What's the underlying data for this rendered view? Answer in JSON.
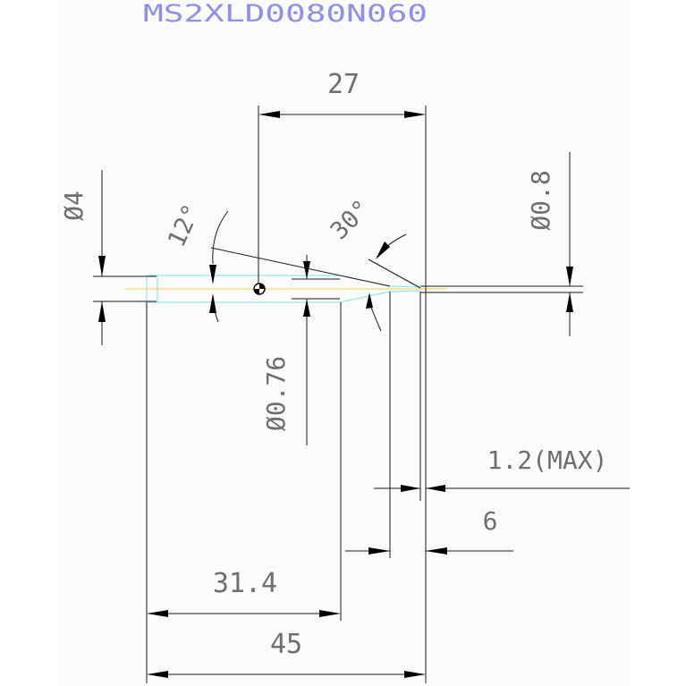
{
  "title": "MS2XLD0080N060",
  "dimensions": {
    "top_length": "27",
    "shank_diameter": "Ø4",
    "neck_diameter": "Ø0.76",
    "tip_diameter": "Ø0.8",
    "taper_angle": "12°",
    "point_angle": "30°",
    "tip_length": "1.2(MAX)",
    "cut_length": "6",
    "neck_length": "31.4",
    "overall_length": "45"
  },
  "colors": {
    "title": "#8f8ff0",
    "dimension_text": "#6e6e6e",
    "outline": "#7fe0f0",
    "centerline": "#e8d24a",
    "lines": "#1a1a1a"
  }
}
